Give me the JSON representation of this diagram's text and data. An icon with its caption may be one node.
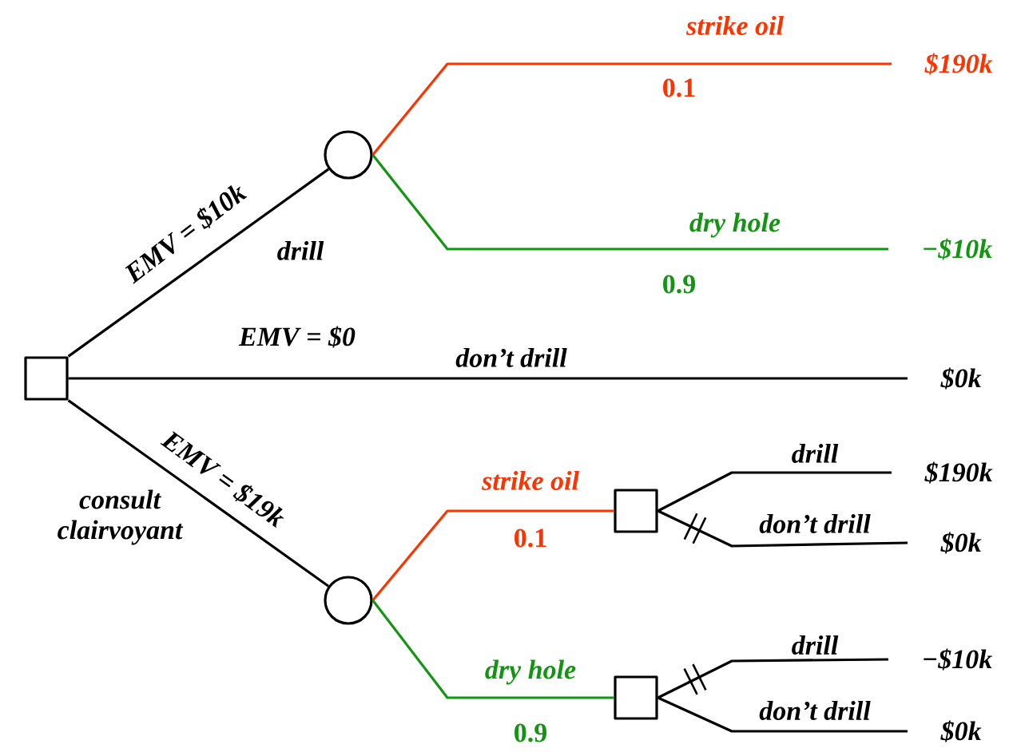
{
  "diagram": {
    "nodes": [
      {
        "text": [],
        "shape": "box"
      },
      {
        "text": [],
        "shape": "circle"
      },
      {
        "text": [],
        "shape": "circle"
      },
      {
        "text": [],
        "shape": "box"
      },
      {
        "text": [],
        "shape": "box"
      },
      {
        "text": [
          "$190k"
        ]
      },
      {
        "text": [
          "−$10k"
        ]
      },
      {
        "text": [
          "$0k"
        ]
      },
      {
        "text": [
          "$190k"
        ]
      },
      {
        "text": [
          "$0k"
        ]
      },
      {
        "text": [
          "−$10k"
        ]
      },
      {
        "text": [
          "$0k"
        ]
      }
    ],
    "edges": [
      {
        "from": 0,
        "to": 1,
        "arrow": "none",
        "label": "drill"
      },
      {
        "from": 0,
        "to": 7,
        "arrow": "none",
        "label": "don’t drill"
      },
      {
        "from": 0,
        "to": 2,
        "arrow": "none",
        "label": "consult clairvoyant"
      },
      {
        "from": 1,
        "to": 5,
        "arrow": "none",
        "label": "strike oil",
        "color": "#ff3300"
      },
      {
        "from": 1,
        "to": 6,
        "arrow": "none",
        "label": "dry hole",
        "color": "#129612"
      },
      {
        "from": 2,
        "to": 3,
        "arrow": "none",
        "label": "strike oil",
        "color": "#ff3300"
      },
      {
        "from": 2,
        "to": 4,
        "arrow": "none",
        "label": "dry hole",
        "color": "#129612"
      },
      {
        "from": 3,
        "to": 8,
        "arrow": "none",
        "label": "drill"
      },
      {
        "from": 3,
        "to": 9,
        "arrow": "none",
        "label": "don’t drill"
      },
      {
        "from": 4,
        "to": 10,
        "arrow": "none",
        "label": "drill"
      },
      {
        "from": 4,
        "to": 11,
        "arrow": "none",
        "label": "don’t drill"
      }
    ],
    "labels": [
      "EMV = $10k",
      "EMV = $0",
      "EMV = $19k",
      "0.1",
      "0.9",
      "0.1",
      "0.9"
    ]
  }
}
